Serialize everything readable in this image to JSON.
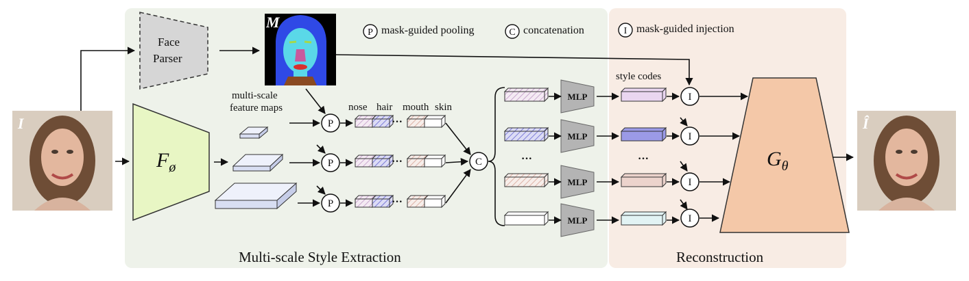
{
  "panels": {
    "extraction": {
      "title": "Multi-scale Style Extraction",
      "fill": "#eef2ea"
    },
    "reconstruction": {
      "title": "Reconstruction",
      "fill": "#f8ece4"
    }
  },
  "input_image": {
    "label": "I"
  },
  "output_image": {
    "label": "Î"
  },
  "face_parser": {
    "line1": "Face",
    "line2": "Parser"
  },
  "mask": {
    "label": "M"
  },
  "encoder": {
    "label": "F",
    "subscript": "ø",
    "fill": "#e8f6c4"
  },
  "generator": {
    "label": "G",
    "subscript": "θ",
    "fill": "#f4c8a8"
  },
  "legend": {
    "pooling": {
      "symbol": "P",
      "text": "mask-guided pooling"
    },
    "concat": {
      "symbol": "C",
      "text": "concatenation"
    },
    "injection": {
      "symbol": "I",
      "text": "mask-guided injection"
    }
  },
  "feature_maps": {
    "line1": "multi-scale",
    "line2": "feature maps"
  },
  "region_labels": [
    "nose",
    "hair",
    "mouth",
    "skin"
  ],
  "ellipsis": "···",
  "ellipsis_vertical": "···",
  "pool_symbol": "P",
  "concat_symbol": "C",
  "inject_symbol": "I",
  "mlp_label": "MLP",
  "style_codes_label": "style codes",
  "style_code_colors": [
    "#ead6f0",
    "#9b9ae6",
    "#ecd3cc",
    "#e2f3f4"
  ]
}
